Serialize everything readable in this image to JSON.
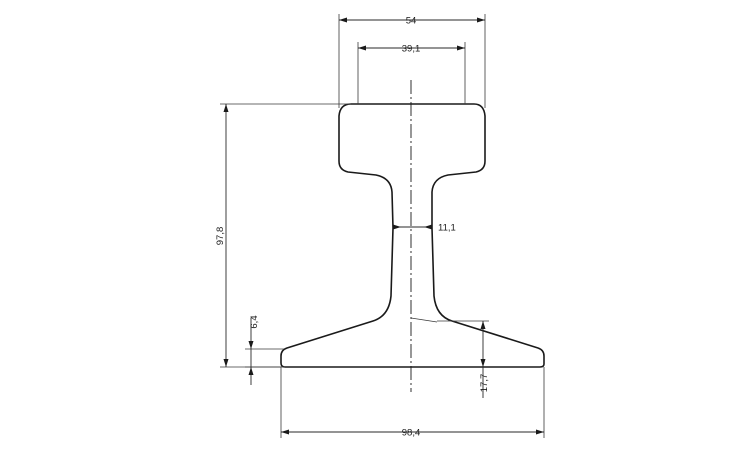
{
  "drawing": {
    "dimensions": {
      "head_width": "54",
      "head_top_width": "39,1",
      "web_thickness": "11,1",
      "total_height": "97,8",
      "foot_edge_thickness": "6,4",
      "foot_height": "17,7",
      "foot_width": "98,4"
    }
  }
}
